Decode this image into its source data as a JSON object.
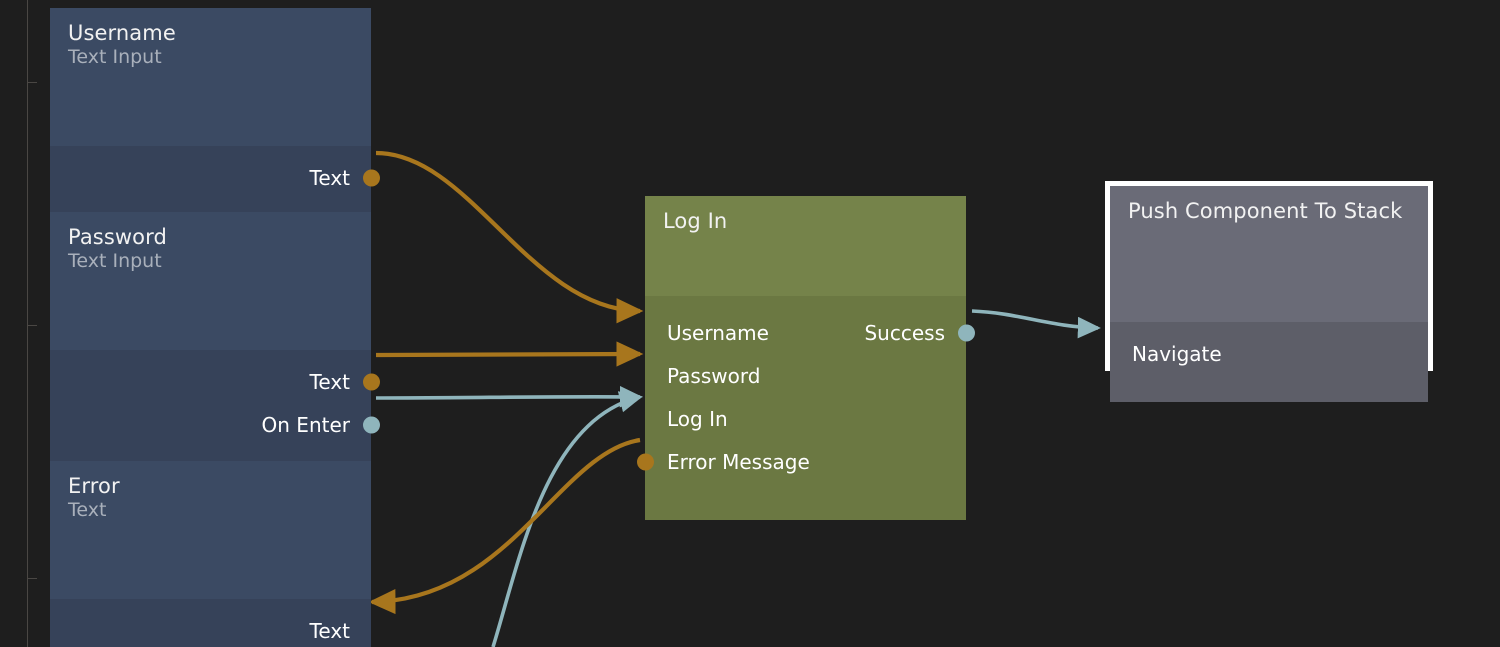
{
  "canvas": {
    "background_color": "#1e1e1e",
    "wire_colors": {
      "data": "#a8761d",
      "event": "#8fb5bc"
    }
  },
  "nodes": [
    {
      "id": "username",
      "title": "Username",
      "subtitle": "Text Input",
      "color": "#3b4a63",
      "outputs": [
        {
          "label": "Text",
          "type": "data"
        }
      ],
      "inputs": []
    },
    {
      "id": "password",
      "title": "Password",
      "subtitle": "Text Input",
      "color": "#3b4a63",
      "outputs": [
        {
          "label": "Text",
          "type": "data"
        },
        {
          "label": "On Enter",
          "type": "event"
        }
      ],
      "inputs": []
    },
    {
      "id": "error",
      "title": "Error",
      "subtitle": "Text",
      "color": "#3b4a63",
      "inputs": [
        {
          "label": "Text",
          "type": "data"
        }
      ],
      "outputs": []
    },
    {
      "id": "login",
      "title": "Log In",
      "subtitle": "",
      "color": "#75834a",
      "inputs": [
        {
          "label": "Username",
          "type": "data"
        },
        {
          "label": "Password",
          "type": "data"
        },
        {
          "label": "Log In",
          "type": "event"
        },
        {
          "label": "Error Message",
          "type": "data"
        }
      ],
      "outputs": [
        {
          "label": "Success",
          "type": "event"
        }
      ]
    },
    {
      "id": "push-component",
      "title": "Push Component To Stack",
      "subtitle": "",
      "color": "#6a6b77",
      "selected": true,
      "inputs": [
        {
          "label": "Navigate",
          "type": "event"
        }
      ],
      "outputs": []
    }
  ],
  "connections": [
    {
      "from": "username.Text",
      "to": "login.Username",
      "type": "data"
    },
    {
      "from": "password.Text",
      "to": "login.Password",
      "type": "data"
    },
    {
      "from": "password.On Enter",
      "to": "login.Log In",
      "type": "event"
    },
    {
      "from": "offscreen",
      "to": "login.Log In",
      "type": "event"
    },
    {
      "from": "login.Error Message",
      "to": "error.Text",
      "type": "data"
    },
    {
      "from": "login.Success",
      "to": "push-component.Navigate",
      "type": "event"
    }
  ]
}
